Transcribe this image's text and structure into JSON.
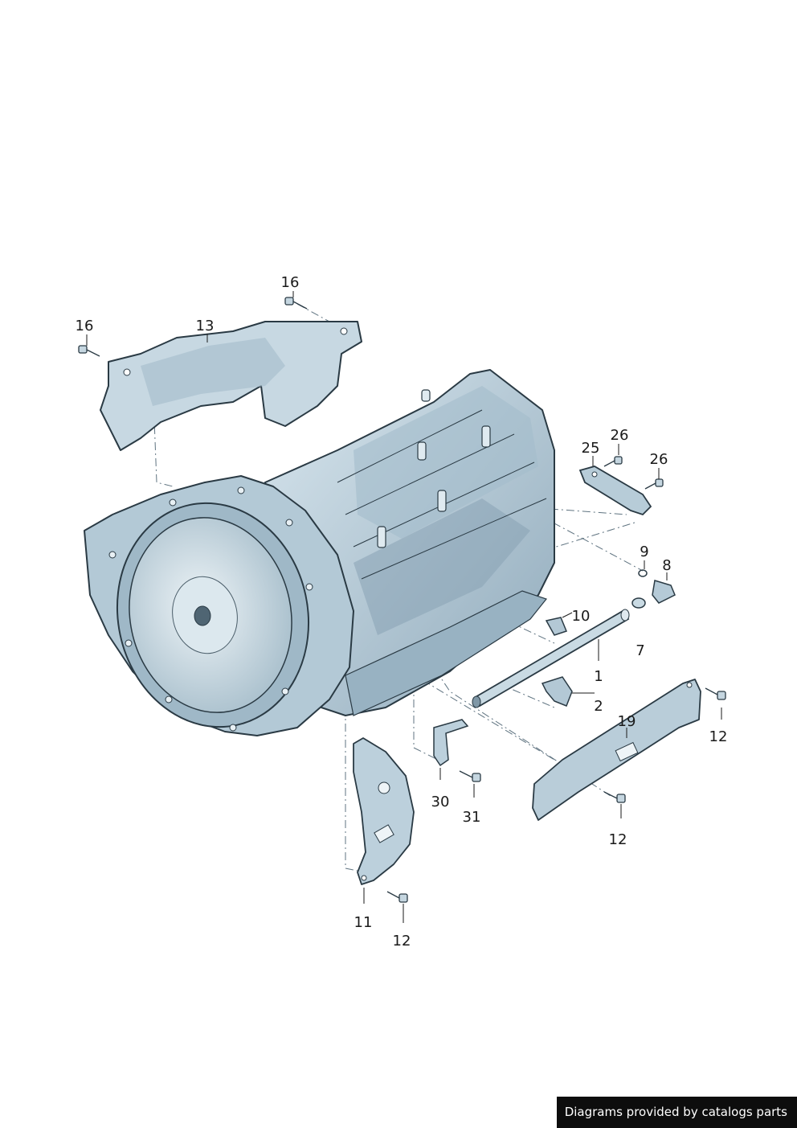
{
  "callouts": [
    {
      "id": "c1",
      "label": "1"
    },
    {
      "id": "c2",
      "label": "2"
    },
    {
      "id": "c7",
      "label": "7"
    },
    {
      "id": "c8",
      "label": "8"
    },
    {
      "id": "c9",
      "label": "9"
    },
    {
      "id": "c10",
      "label": "10"
    },
    {
      "id": "c11",
      "label": "11"
    },
    {
      "id": "c12a",
      "label": "12"
    },
    {
      "id": "c12b",
      "label": "12"
    },
    {
      "id": "c12c",
      "label": "12"
    },
    {
      "id": "c13",
      "label": "13"
    },
    {
      "id": "c16a",
      "label": "16"
    },
    {
      "id": "c16b",
      "label": "16"
    },
    {
      "id": "c19",
      "label": "19"
    },
    {
      "id": "c25",
      "label": "25"
    },
    {
      "id": "c26a",
      "label": "26"
    },
    {
      "id": "c26b",
      "label": "26"
    },
    {
      "id": "c30",
      "label": "30"
    },
    {
      "id": "c31",
      "label": "31"
    }
  ],
  "footer": {
    "credit": "Diagrams provided by catalogs parts"
  },
  "colors": {
    "part_fill": "#bcd0dc",
    "part_dark": "#7d97a8",
    "outline": "#2a3a44",
    "leader": "#3a4a54"
  }
}
